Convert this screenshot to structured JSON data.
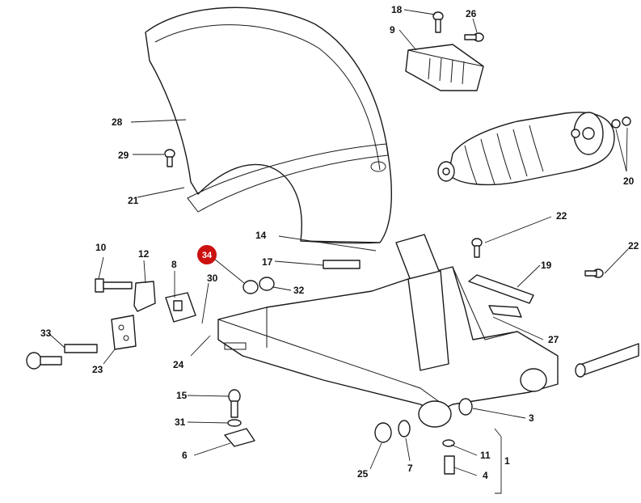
{
  "colors": {
    "highlight": "#cc1111",
    "ink": "#1a1a1a"
  },
  "highlighted_callout": {
    "label": "34"
  },
  "callouts": {
    "c1": "1",
    "c3": "3",
    "c4": "4",
    "c6": "6",
    "c7": "7",
    "c8": "8",
    "c9": "9",
    "c10": "10",
    "c11": "11",
    "c12": "12",
    "c14": "14",
    "c15": "15",
    "c17": "17",
    "c18": "18",
    "c19": "19",
    "c20": "20",
    "c21": "21",
    "c22a": "22",
    "c22b": "22",
    "c23": "23",
    "c24": "24",
    "c25": "25",
    "c26": "26",
    "c27": "27",
    "c28": "28",
    "c29": "29",
    "c30": "30",
    "c31": "31",
    "c32": "32",
    "c33": "33"
  }
}
